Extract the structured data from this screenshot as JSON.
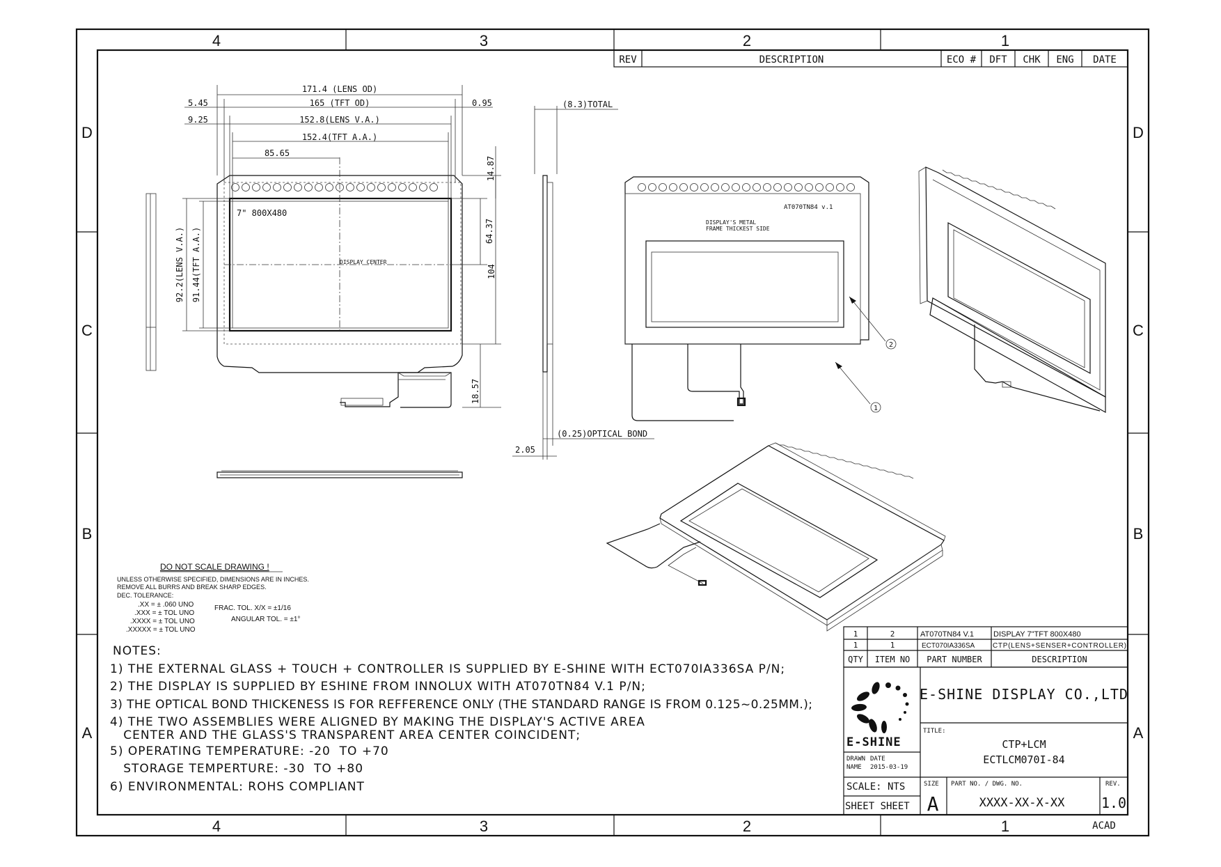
{
  "zones": {
    "columns": [
      "4",
      "3",
      "2",
      "1"
    ],
    "rows": [
      "D",
      "C",
      "B",
      "A"
    ]
  },
  "rev_block": {
    "headers": [
      "REV",
      "DESCRIPTION",
      "ECO #",
      "DFT",
      "CHK",
      "ENG",
      "DATE"
    ]
  },
  "front_view": {
    "dims_top": [
      {
        "value": "171.4 (LENS OD)"
      },
      {
        "value": "165 (TFT OD)"
      },
      {
        "value": "152.8(LENS V.A.)"
      },
      {
        "value": "152.4(TFT A.A.)"
      },
      {
        "value": "85.65"
      }
    ],
    "dim_5_45": "5.45",
    "dim_0_95": "0.95",
    "dim_9_25": "9.25",
    "dims_right": [
      "14.87",
      "64.37",
      "104",
      "18.57"
    ],
    "dims_left": [
      "92.2(LENS V.A.)",
      "91.44(TFT A.A.)"
    ],
    "size_label": "7\" 800X480",
    "center_label": "DISPLAY CENTER"
  },
  "side_view": {
    "total": "(8.3)TOTAL",
    "optical_bond": "(0.25)OPTICAL BOND",
    "dim_2_05": "2.05"
  },
  "back_view": {
    "model_label": "AT070TN84 v.1",
    "note_line1": "DISPLAY'S METAL",
    "note_line2": "FRAME THICKEST SIDE",
    "callout_1": "1",
    "callout_2": "2"
  },
  "tolerance": {
    "heading": "DO NOT SCALE DRAWING !",
    "lines": [
      "UNLESS OTHERWISE SPECIFIED, DIMENSIONS ARE IN INCHES.",
      "REMOVE ALL BURRS AND BREAK SHARP EDGES.",
      "DEC. TOLERANCE:"
    ],
    "dec": [
      ".XX = ± .060 UNO",
      ".XXX = ± TOL  UNO",
      ".XXXX = ± TOL  UNO",
      ".XXXXX = ± TOL  UNO"
    ],
    "frac": "FRAC. TOL.  X/X = ±1/16",
    "angular": "ANGULAR TOL. = ±1°"
  },
  "notes": {
    "heading": "NOTES:",
    "items": [
      "1) THE EXTERNAL GLASS + TOUCH + CONTROLLER IS SUPPLIED BY E-SHINE WITH ECT070IA336SA P/N;",
      "2) THE DISPLAY IS SUPPLIED BY ESHINE FROM INNOLUX WITH AT070TN84 V.1 P/N;",
      "3) THE OPTICAL BOND THICKENESS IS FOR REFFERENCE ONLY (THE STANDARD RANGE IS FROM 0.125~0.25MM.);",
      "4) THE TWO ASSEMBLIES WERE ALIGNED BY MAKING THE DISPLAY'S ACTIVE AREA",
      "   CENTER AND THE GLASS'S TRANSPARENT AREA CENTER COINCIDENT;",
      "5) OPERATING TEMPERATURE: -20  TO +70",
      "   STORAGE TEMPERTURE: -30  TO +80",
      "6) ENVIRONMENTAL: ROHS COMPLIANT"
    ]
  },
  "bom": {
    "rows": [
      {
        "qty": "1",
        "item": "2",
        "part": "AT070TN84 V.1",
        "desc": "DISPLAY 7\"TFT 800X480"
      },
      {
        "qty": "1",
        "item": "1",
        "part": "ECT070IA336SA",
        "desc": "CTP(LENS+SENSER+CONTROLLER)"
      }
    ],
    "headers": {
      "qty": "QTY",
      "item": "ITEM NO",
      "part": "PART NUMBER",
      "desc": "DESCRIPTION"
    }
  },
  "title_block": {
    "company": "E-SHINE DISPLAY CO.,LTD",
    "logo_text": "E-SHINE",
    "title_label": "TITLE:",
    "title_line1": "CTP+LCM",
    "title_line2": "ECTLCM070I-84",
    "drawn": "DRAWN",
    "date": "DATE",
    "name": "NAME",
    "date_value": "2015-03-19",
    "scale": "SCALE: NTS",
    "sheet": "SHEET SHEET",
    "size_label": "SIZE",
    "size_value": "A",
    "dwg_label": "PART NO. / DWG. NO.",
    "dwg_value": "XXXX-XX-X-XX",
    "rev_label": "REV.",
    "rev_value": "1.0",
    "acad": "ACAD"
  }
}
